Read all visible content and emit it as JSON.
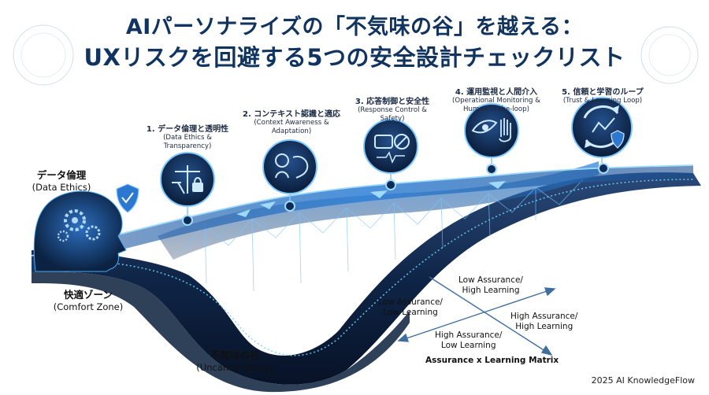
{
  "title": {
    "line1": "AIパーソナライズの「不気味の谷」を越える：",
    "line2": "UXリスクを回避する5つの安全設計チェックリスト"
  },
  "zones": {
    "data_ethics": {
      "jp": "データ倫理",
      "en": "(Data Ethics)"
    },
    "comfort": {
      "jp": "快適ゾーン",
      "en": "(Comfort Zone)"
    },
    "valley": {
      "jp": "不気味の谷",
      "en": "(Uncanny Valley)"
    }
  },
  "steps": [
    {
      "jp": "1. データ倫理と透明性",
      "en1": "(Data Ethics &",
      "en2": "Transparency)",
      "icon": "scale-lock-icon"
    },
    {
      "jp": "2. コンテキスト認識と適応",
      "en1": "(Context Awareness &",
      "en2": "Adaptation)",
      "icon": "bulb-head-icon"
    },
    {
      "jp": "3. 応答制御と安全性",
      "en1": "(Response Control &",
      "en2": "Safety)",
      "icon": "chat-block-icon"
    },
    {
      "jp": "4. 運用監視と人間介入",
      "en1": "(Operational Monitoring &",
      "en2": "Human-in-the-loop)",
      "icon": "eye-hand-icon"
    },
    {
      "jp": "5. 信頼と学習のループ",
      "en1": "(Trust & Learning Loop)",
      "en2": "",
      "icon": "loop-shield-icon"
    }
  ],
  "matrix": {
    "title": "Assurance x Learning Matrix",
    "top_right_upper": {
      "l1": "Low Assurance/",
      "l2": "High Learning"
    },
    "left": {
      "l1": "Low Assurance/",
      "l2": "Low Learning"
    },
    "right": {
      "l1": "High Assurance/",
      "l2": "High Learning"
    },
    "bottom": {
      "l1": "High Assurance/",
      "l2": "Low Learning"
    }
  },
  "footer": {
    "copyright": "2025 AI KnowledgeFlow"
  },
  "colors": {
    "title": "#10345f",
    "accent": "#2b8ce8",
    "dark": "#0a1a33",
    "glow": "#6fd3ff"
  }
}
